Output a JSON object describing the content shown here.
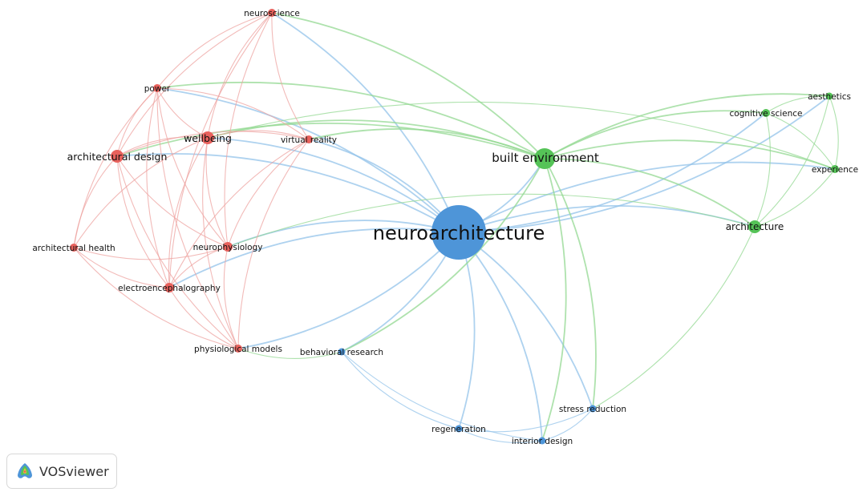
{
  "clusters": {
    "1": {
      "color": "#e8615c",
      "edge": "#eda3a0"
    },
    "2": {
      "color": "#55c357",
      "edge": "#93d892"
    },
    "3": {
      "color": "#4e95d8",
      "edge": "#93c3ea"
    }
  },
  "nodes": [
    {
      "id": "neuroarchitecture",
      "label": "neuroarchitecture",
      "cluster": "3"
    },
    {
      "id": "built_environment",
      "label": "built environment",
      "cluster": "2"
    },
    {
      "id": "architecture",
      "label": "architecture",
      "cluster": "2"
    },
    {
      "id": "cognitive_science",
      "label": "cognitive science",
      "cluster": "2"
    },
    {
      "id": "aesthetics",
      "label": "aesthetics",
      "cluster": "2"
    },
    {
      "id": "experience",
      "label": "experience",
      "cluster": "2"
    },
    {
      "id": "neuroscience",
      "label": "neuroscience",
      "cluster": "1"
    },
    {
      "id": "power",
      "label": "power",
      "cluster": "1"
    },
    {
      "id": "wellbeing",
      "label": "wellbeing",
      "cluster": "1"
    },
    {
      "id": "virtual_reality",
      "label": "virtual reality",
      "cluster": "1"
    },
    {
      "id": "architectural_design",
      "label": "architectural design",
      "cluster": "1"
    },
    {
      "id": "architectural_health",
      "label": "architectural health",
      "cluster": "1"
    },
    {
      "id": "neurophysiology",
      "label": "neurophysiology",
      "cluster": "1"
    },
    {
      "id": "electroencephalography",
      "label": "electroencephalography",
      "cluster": "1"
    },
    {
      "id": "physiological_models",
      "label": "physiological models",
      "cluster": "1"
    },
    {
      "id": "behavioral_research",
      "label": "behavioral research",
      "cluster": "3"
    },
    {
      "id": "stress_reduction",
      "label": "stress reduction",
      "cluster": "3"
    },
    {
      "id": "regeneration",
      "label": "regeneration",
      "cluster": "3"
    },
    {
      "id": "interior_design",
      "label": "interior design",
      "cluster": "3"
    }
  ],
  "links": [
    [
      "neuroarchitecture",
      "built_environment"
    ],
    [
      "neuroarchitecture",
      "architecture"
    ],
    [
      "neuroarchitecture",
      "cognitive_science"
    ],
    [
      "neuroarchitecture",
      "experience"
    ],
    [
      "neuroarchitecture",
      "aesthetics"
    ],
    [
      "neuroarchitecture",
      "wellbeing"
    ],
    [
      "neuroarchitecture",
      "architectural_design"
    ],
    [
      "neuroarchitecture",
      "virtual_reality"
    ],
    [
      "neuroarchitecture",
      "neuroscience"
    ],
    [
      "neuroarchitecture",
      "power"
    ],
    [
      "neuroarchitecture",
      "neurophysiology"
    ],
    [
      "neuroarchitecture",
      "electroencephalography"
    ],
    [
      "neuroarchitecture",
      "physiological_models"
    ],
    [
      "neuroarchitecture",
      "behavioral_research"
    ],
    [
      "neuroarchitecture",
      "stress_reduction"
    ],
    [
      "neuroarchitecture",
      "regeneration"
    ],
    [
      "neuroarchitecture",
      "interior_design"
    ],
    [
      "built_environment",
      "cognitive_science"
    ],
    [
      "built_environment",
      "aesthetics"
    ],
    [
      "built_environment",
      "experience"
    ],
    [
      "built_environment",
      "architecture"
    ],
    [
      "built_environment",
      "wellbeing"
    ],
    [
      "built_environment",
      "architectural_design"
    ],
    [
      "built_environment",
      "neuroscience"
    ],
    [
      "built_environment",
      "virtual_reality"
    ],
    [
      "built_environment",
      "power"
    ],
    [
      "built_environment",
      "behavioral_research"
    ],
    [
      "built_environment",
      "interior_design"
    ],
    [
      "built_environment",
      "stress_reduction"
    ],
    [
      "architecture",
      "cognitive_science"
    ],
    [
      "architecture",
      "aesthetics"
    ],
    [
      "architecture",
      "experience"
    ],
    [
      "architecture",
      "stress_reduction"
    ],
    [
      "architecture",
      "neurophysiology"
    ],
    [
      "cognitive_science",
      "aesthetics"
    ],
    [
      "cognitive_science",
      "experience"
    ],
    [
      "aesthetics",
      "experience"
    ],
    [
      "experience",
      "wellbeing"
    ],
    [
      "neuroscience",
      "power"
    ],
    [
      "neuroscience",
      "wellbeing"
    ],
    [
      "neuroscience",
      "virtual_reality"
    ],
    [
      "neuroscience",
      "architectural_design"
    ],
    [
      "neuroscience",
      "neurophysiology"
    ],
    [
      "neuroscience",
      "electroencephalography"
    ],
    [
      "power",
      "wellbeing"
    ],
    [
      "power",
      "architectural_design"
    ],
    [
      "power",
      "virtual_reality"
    ],
    [
      "power",
      "neurophysiology"
    ],
    [
      "power",
      "electroencephalography"
    ],
    [
      "power",
      "physiological_models"
    ],
    [
      "power",
      "architectural_health"
    ],
    [
      "wellbeing",
      "architectural_design"
    ],
    [
      "wellbeing",
      "virtual_reality"
    ],
    [
      "wellbeing",
      "neurophysiology"
    ],
    [
      "wellbeing",
      "electroencephalography"
    ],
    [
      "wellbeing",
      "physiological_models"
    ],
    [
      "wellbeing",
      "architectural_health"
    ],
    [
      "virtual_reality",
      "architectural_design"
    ],
    [
      "virtual_reality",
      "neurophysiology"
    ],
    [
      "virtual_reality",
      "electroencephalography"
    ],
    [
      "virtual_reality",
      "physiological_models"
    ],
    [
      "architectural_design",
      "architectural_health"
    ],
    [
      "architectural_design",
      "neurophysiology"
    ],
    [
      "architectural_design",
      "electroencephalography"
    ],
    [
      "architectural_design",
      "physiological_models"
    ],
    [
      "architectural_health",
      "electroencephalography"
    ],
    [
      "architectural_health",
      "physiological_models"
    ],
    [
      "architectural_health",
      "neurophysiology"
    ],
    [
      "neurophysiology",
      "electroencephalography"
    ],
    [
      "neurophysiology",
      "physiological_models"
    ],
    [
      "electroencephalography",
      "physiological_models"
    ],
    [
      "physiological_models",
      "behavioral_research"
    ],
    [
      "behavioral_research",
      "regeneration"
    ],
    [
      "behavioral_research",
      "interior_design"
    ],
    [
      "regeneration",
      "interior_design"
    ],
    [
      "regeneration",
      "stress_reduction"
    ],
    [
      "interior_design",
      "stress_reduction"
    ]
  ],
  "branding": {
    "name": "VOSviewer"
  }
}
